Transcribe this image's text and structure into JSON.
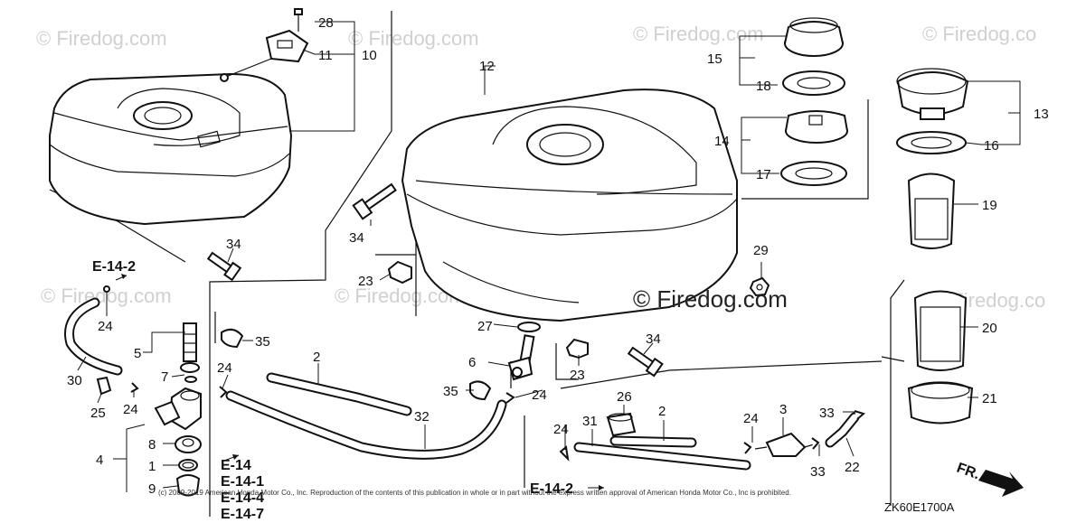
{
  "diagram": {
    "watermarks": [
      "© Firedog.com",
      "© Firedog.com",
      "© Firedog.com",
      "© Firedog.co",
      "© Firedog.com",
      "© Firedog.com",
      "© Firedog.co"
    ],
    "center_watermark": "© Firedog.com",
    "copyright": "(c) 2009-2019 American Honda Motor Co., Inc. Reproduction of the contents of this publication in whole or in part without the express written approval of American Honda Motor Co., Inc is prohibited.",
    "diagram_code": "ZK60E1700A",
    "direction_label": "FR.",
    "references": {
      "e14_2_top": "E-14-2",
      "e14_2_bottom": "E-14-2",
      "e14": "E-14",
      "e14_1": "E-14-1",
      "e14_4": "E-14-4",
      "e14_7": "E-14-7"
    },
    "callouts": {
      "c28": "28",
      "c11": "11",
      "c10": "10",
      "c12": "12",
      "c15": "15",
      "c18": "18",
      "c13": "13",
      "c16": "16",
      "c14": "14",
      "c17": "17",
      "c19": "19",
      "c20": "20",
      "c21": "21",
      "c34a": "34",
      "c34b": "34",
      "c34c": "34",
      "c29": "29",
      "c23a": "23",
      "c23b": "23",
      "c24a": "24",
      "c24b": "24",
      "c24c": "24",
      "c24d": "24",
      "c24e": "24",
      "c24f": "24",
      "c5": "5",
      "c7": "7",
      "c35a": "35",
      "c35b": "35",
      "c27": "27",
      "c6": "6",
      "c2a": "2",
      "c2b": "2",
      "c32": "32",
      "c30": "30",
      "c25": "25",
      "c8": "8",
      "c1": "1",
      "c9": "9",
      "c4": "4",
      "c26": "26",
      "c31": "31",
      "c3": "3",
      "c33a": "33",
      "c33b": "33",
      "c22": "22"
    }
  }
}
